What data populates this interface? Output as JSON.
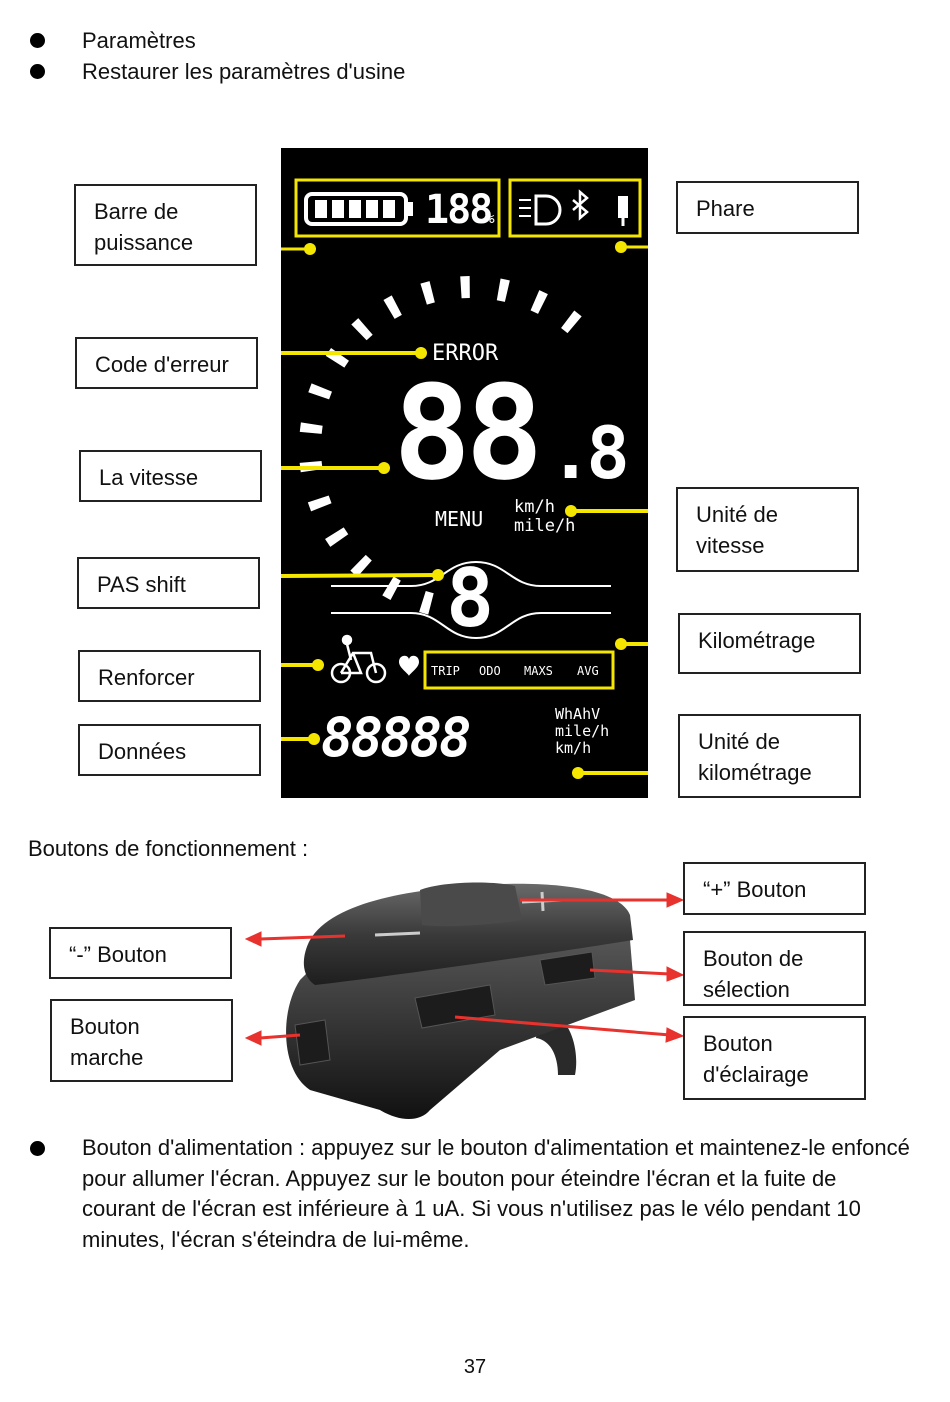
{
  "bullets_top": [
    "Paramètres",
    "Restaurer les paramètres d'usine"
  ],
  "display_labels": {
    "left": [
      "Barre de puissance",
      "Code d'erreur",
      "La vitesse",
      "PAS shift",
      "Renforcer",
      "Données"
    ],
    "right": [
      "Phare",
      "Unité de vitesse",
      "Kilométrage",
      "Unité de kilométrage"
    ]
  },
  "lcd": {
    "battery_percent": "188",
    "percent_sign": "%",
    "error": "ERROR",
    "speed": "88",
    "speed_decimal": ".8",
    "menu": "MENU",
    "speed_unit_1": "km/h",
    "speed_unit_2": "mile/h",
    "pas": "8",
    "modes": [
      "TRIP",
      "ODO",
      "MAXS",
      "AVG"
    ],
    "data_digits": "88888",
    "data_units": [
      "WhAhV",
      "mile/h",
      "km/h"
    ]
  },
  "section_title": "Boutons de fonctionnement :",
  "button_labels": {
    "left": [
      "“-” Bouton",
      "Bouton marche"
    ],
    "right": [
      "“+” Bouton",
      "Bouton de sélection",
      "Bouton d'éclairage"
    ]
  },
  "remote_symbols": {
    "minus": "—",
    "plus": "-+-"
  },
  "paragraph": "Bouton d'alimentation : appuyez sur le bouton d'alimentation et maintenez-le enfoncé pour allumer l'écran. Appuyez sur le bouton pour éteindre l'écran et la fuite de courant de l'écran est inférieure à 1 uA. Si vous n'utilisez pas le vélo pendant 10 minutes, l'écran s'éteindra de lui-même.",
  "page_number": "37",
  "colors": {
    "accent_yellow": "#f5e600",
    "arrow_red": "#e8322d",
    "lcd_bg": "#000000"
  }
}
